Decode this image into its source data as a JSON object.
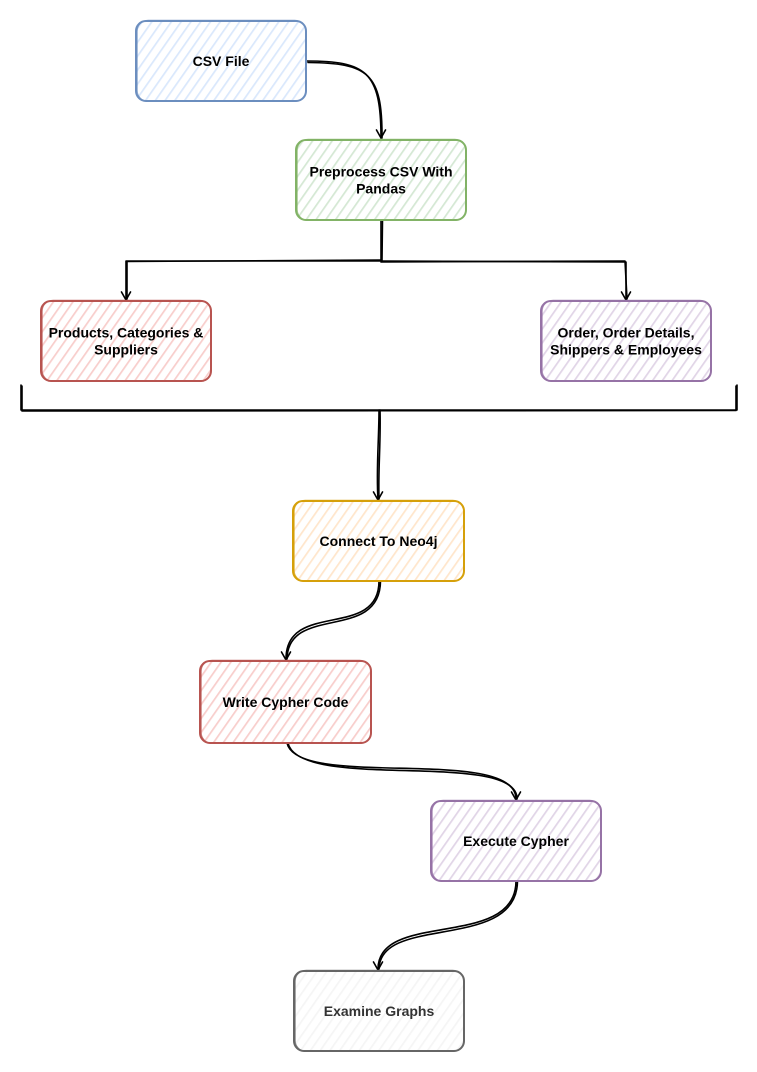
{
  "diagram": {
    "nodes": [
      {
        "id": "csv",
        "label_lines": [
          "CSV File"
        ],
        "stroke": "#6c8ebf",
        "fill": "#dae8fc"
      },
      {
        "id": "preprocess",
        "label_lines": [
          "Preprocess CSV With",
          "Pandas"
        ],
        "stroke": "#82b366",
        "fill": "#d5e8d4"
      },
      {
        "id": "products",
        "label_lines": [
          "Products, Categories &",
          "Suppliers"
        ],
        "stroke": "#b85450",
        "fill": "#f8cecc"
      },
      {
        "id": "orders",
        "label_lines": [
          "Order, Order Details,",
          "Shippers & Employees"
        ],
        "stroke": "#9673a6",
        "fill": "#e1d5e7"
      },
      {
        "id": "connect",
        "label_lines": [
          "Connect To Neo4j"
        ],
        "stroke": "#d6a00a",
        "fill": "#ffe6cc"
      },
      {
        "id": "write",
        "label_lines": [
          "Write Cypher Code"
        ],
        "stroke": "#b85450",
        "fill": "#f8cecc"
      },
      {
        "id": "execute",
        "label_lines": [
          "Execute Cypher"
        ],
        "stroke": "#9673a6",
        "fill": "#e1d5e7"
      },
      {
        "id": "examine",
        "label_lines": [
          "Examine Graphs"
        ],
        "stroke": "#666666",
        "fill": "#f5f5f5",
        "muted": true
      }
    ],
    "edges": [
      {
        "from": "csv",
        "to": "preprocess"
      },
      {
        "from": "preprocess",
        "to": "products"
      },
      {
        "from": "preprocess",
        "to": "orders"
      },
      {
        "from": "products",
        "to": "connect",
        "via": "bracket"
      },
      {
        "from": "orders",
        "to": "connect",
        "via": "bracket"
      },
      {
        "from": "connect",
        "to": "write"
      },
      {
        "from": "write",
        "to": "execute"
      },
      {
        "from": "execute",
        "to": "examine"
      }
    ]
  }
}
